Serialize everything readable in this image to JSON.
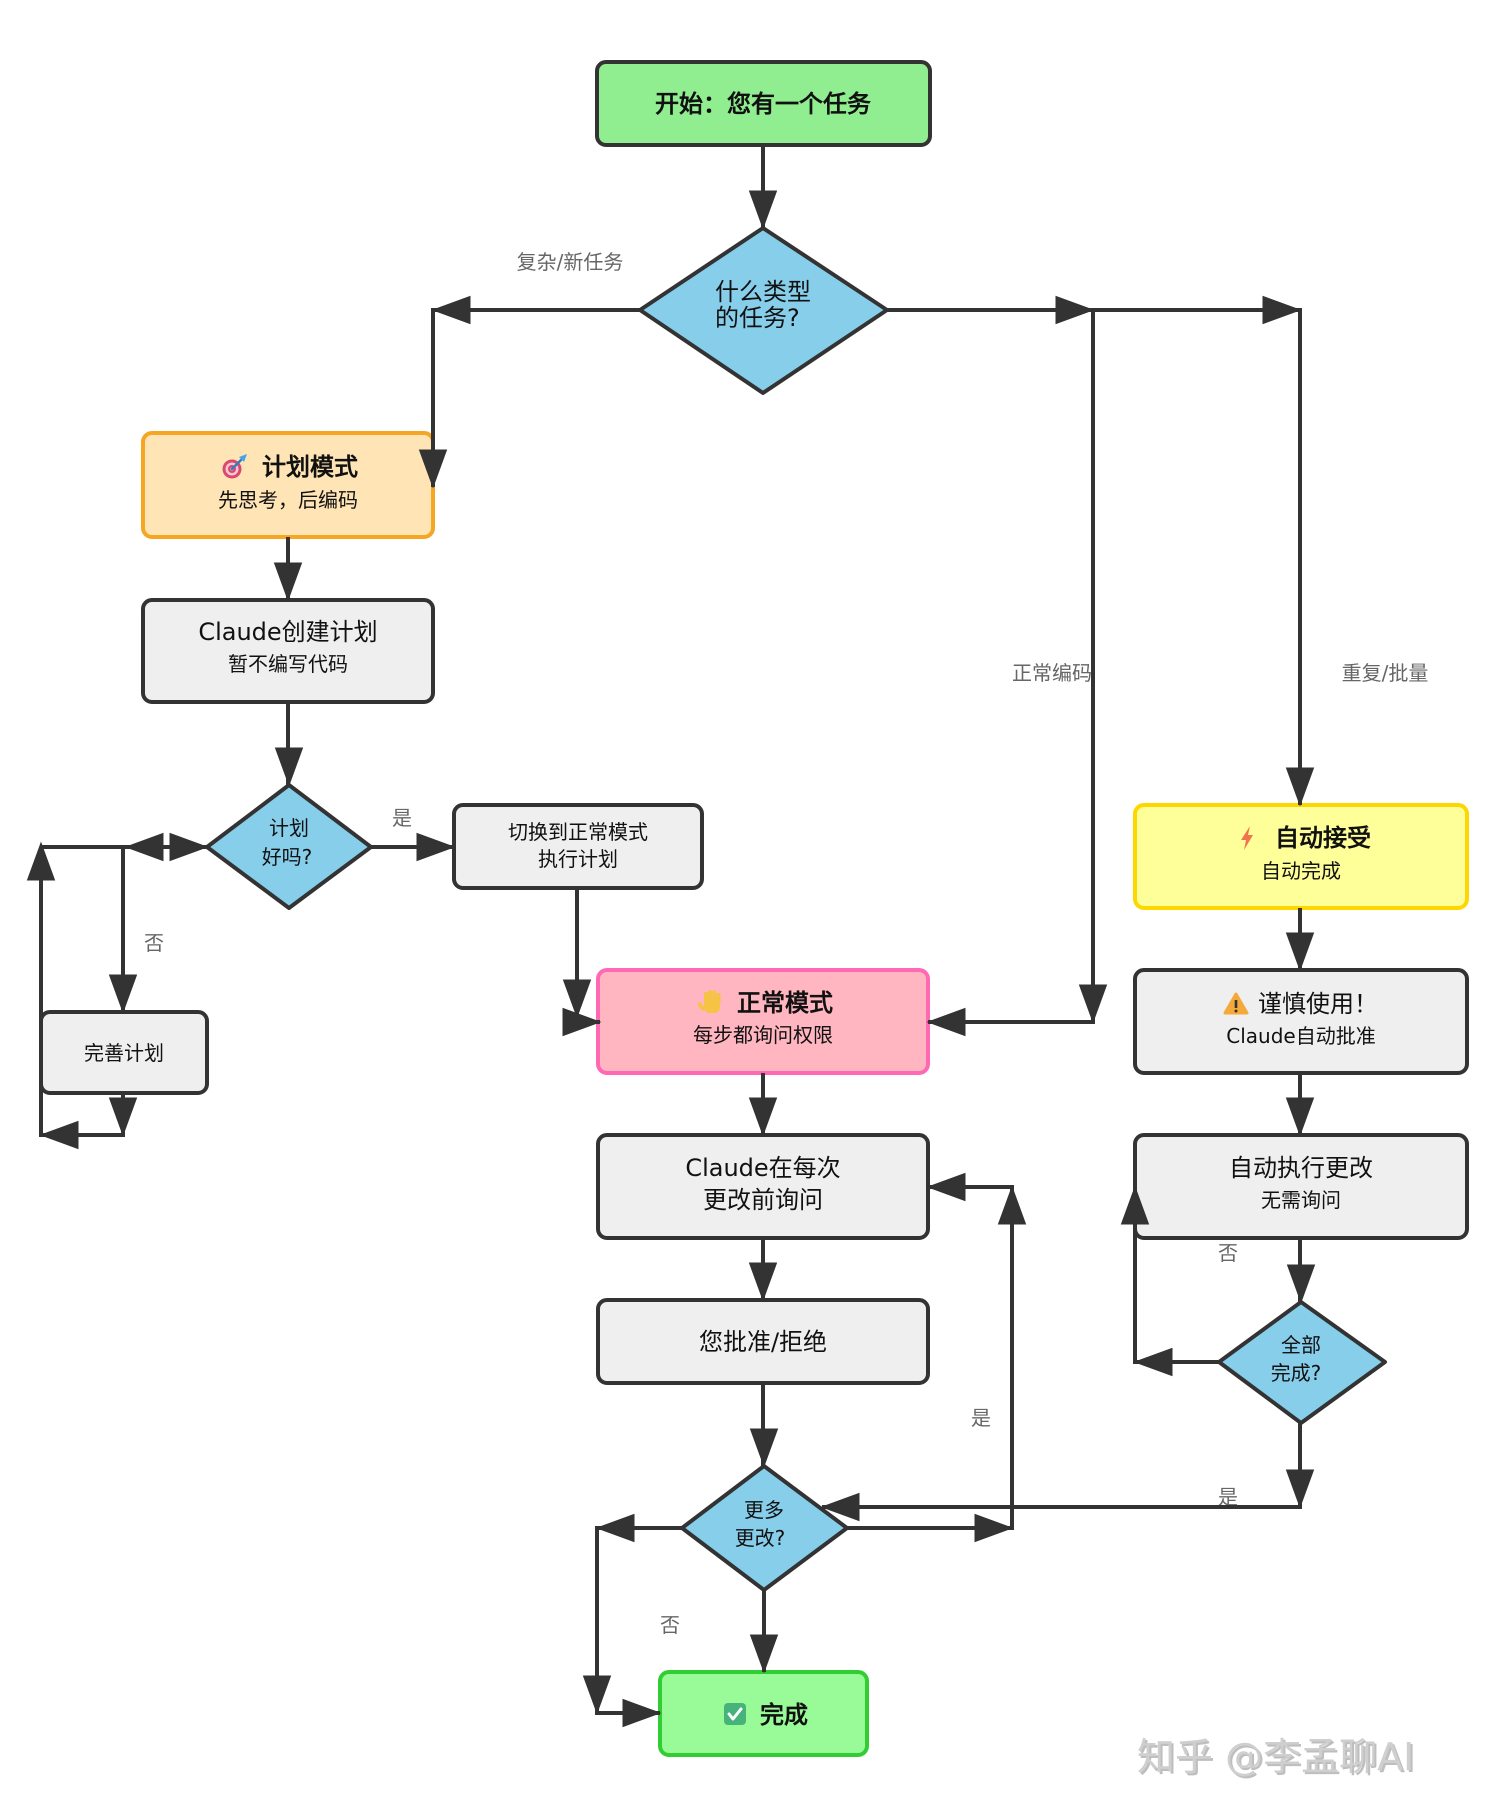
{
  "nodes": {
    "start": {
      "label": "开始：您有一个任务"
    },
    "task_type": {
      "lines": [
        "什么类型",
        "的任务?"
      ]
    },
    "plan_mode": {
      "icon": "target-icon",
      "title": "计划模式",
      "subtitle": "先思考，后编码"
    },
    "create_plan": {
      "title": "Claude创建计划",
      "subtitle": "暂不编写代码"
    },
    "plan_ok": {
      "lines": [
        "计划",
        "好吗?"
      ]
    },
    "switch_normal": {
      "lines": [
        "切换到正常模式",
        "执行计划"
      ]
    },
    "refine_plan": {
      "label": "完善计划"
    },
    "normal_mode": {
      "icon": "raised-hand-icon",
      "title": "正常模式",
      "subtitle": "每步都询问权限"
    },
    "ask_before_change": {
      "lines": [
        "Claude在每次",
        "更改前询问"
      ]
    },
    "approve_reject": {
      "label": "您批准/拒绝"
    },
    "more_changes": {
      "lines": [
        "更多",
        "更改?"
      ]
    },
    "done": {
      "icon": "check-mark-icon",
      "title": "完成"
    },
    "auto_accept": {
      "icon": "lightning-icon",
      "title": "自动接受",
      "subtitle": "自动完成"
    },
    "caution": {
      "icon": "warning-icon",
      "title": "谨慎使用！",
      "subtitle": "Claude自动批准"
    },
    "auto_execute": {
      "title": "自动执行更改",
      "subtitle": "无需询问"
    },
    "all_done": {
      "lines": [
        "全部",
        "完成?"
      ]
    }
  },
  "edges": [
    {
      "from": "start",
      "to": "task_type",
      "label": ""
    },
    {
      "from": "task_type",
      "to": "plan_mode",
      "label": "复杂/新任务"
    },
    {
      "from": "task_type",
      "to": "normal_mode",
      "label": "正常编码"
    },
    {
      "from": "task_type",
      "to": "auto_accept",
      "label": "重复/批量"
    },
    {
      "from": "plan_mode",
      "to": "create_plan",
      "label": ""
    },
    {
      "from": "create_plan",
      "to": "plan_ok",
      "label": ""
    },
    {
      "from": "plan_ok",
      "to": "switch_normal",
      "label": "是"
    },
    {
      "from": "plan_ok",
      "to": "refine_plan",
      "label": "否"
    },
    {
      "from": "refine_plan",
      "to": "plan_ok",
      "label": ""
    },
    {
      "from": "switch_normal",
      "to": "normal_mode",
      "label": ""
    },
    {
      "from": "normal_mode",
      "to": "ask_before_change",
      "label": ""
    },
    {
      "from": "ask_before_change",
      "to": "approve_reject",
      "label": ""
    },
    {
      "from": "approve_reject",
      "to": "more_changes",
      "label": ""
    },
    {
      "from": "more_changes",
      "to": "ask_before_change",
      "label": "是"
    },
    {
      "from": "more_changes",
      "to": "done",
      "label": "否"
    },
    {
      "from": "more_changes",
      "to": "done",
      "label": ""
    },
    {
      "from": "auto_accept",
      "to": "caution",
      "label": ""
    },
    {
      "from": "caution",
      "to": "auto_execute",
      "label": ""
    },
    {
      "from": "auto_execute",
      "to": "all_done",
      "label": ""
    },
    {
      "from": "all_done",
      "to": "auto_execute",
      "label": "否"
    },
    {
      "from": "all_done",
      "to": "more_changes",
      "label": "是"
    }
  ],
  "colors": {
    "line": "#333333",
    "edge_label": "#666666",
    "start_fill": "#90EE90",
    "decision_fill": "#87CEEB",
    "process_fill": "#EFEFEF",
    "plan_fill": "#FFE4B5",
    "plan_stroke": "#F5A623",
    "normal_fill": "#FFB6C1",
    "normal_stroke": "#FF69B4",
    "auto_fill": "#FFFF99",
    "auto_stroke": "#FFD700",
    "done_fill": "#98FB98",
    "done_stroke": "#32CD32",
    "watermark": "#CFCFCF"
  },
  "watermark": "知乎 @李孟聊AI"
}
